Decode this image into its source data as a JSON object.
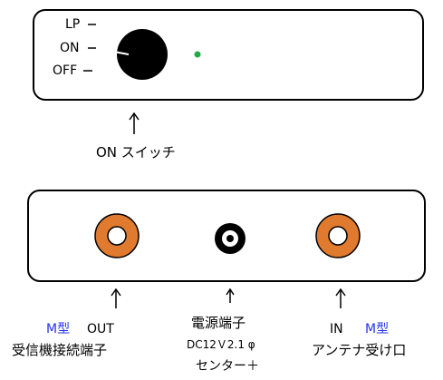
{
  "top_panel": {
    "switch_labels": {
      "lp": "LP",
      "on": "ON",
      "off": "OFF"
    },
    "caption": "ON  スイッチ",
    "indicator_color": "#22aa44"
  },
  "bottom_panel": {
    "out_connector": {
      "type_label": "M型",
      "out_label": "OUT",
      "desc": "受信機接続端子"
    },
    "power_connector": {
      "title": "電源端子",
      "spec": "DC12Ｖ2.1 φ",
      "polarity": "センター＋"
    },
    "in_connector": {
      "in_label": "IN",
      "type_label": "M型",
      "desc": "アンテナ受け口"
    },
    "connector_color": "#e07a2e"
  },
  "colors": {
    "accent_blue": "#2233ee",
    "outline": "#000000"
  }
}
